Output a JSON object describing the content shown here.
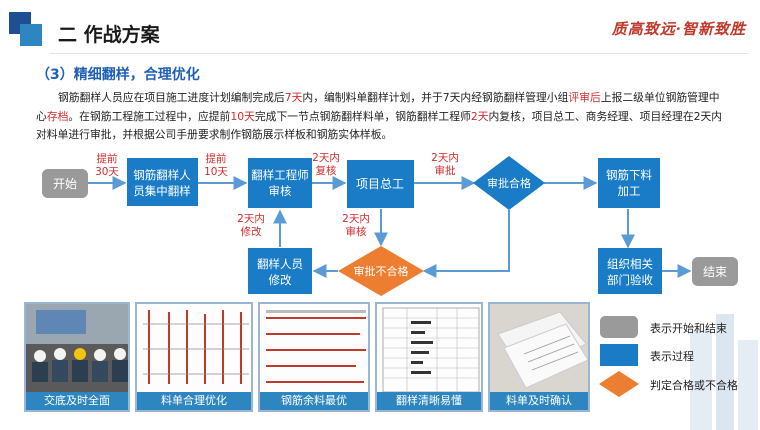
{
  "header": {
    "title": "二  作战方案",
    "slogan": "质高致远·智新致胜"
  },
  "section": {
    "subtitle": "（3）精细翻样，合理优化",
    "para_1": "钢筋翻样人员应在项目施工进度计划编制完成后",
    "para_2": "7天",
    "para_3": "内，编制料单翻样计划，并于7天内经钢筋翻样管理小组",
    "para_4": "评审后",
    "para_5": "上报二级单位钢筋管理中心",
    "para_6": "存档",
    "para_7": "。在钢筋工程施工过程中，应提前",
    "para_8": "10天",
    "para_9": "完成下一节点钢筋翻样料单，钢筋翻样工程师",
    "para_10": "2天",
    "para_11": "内复核，项目总工、商务经理、项目经理在2天内对料单进行审批，并根据公司手册要求制作钢筋展示样板和钢筋实体样板。"
  },
  "flow": {
    "start": "开始",
    "step1_line1": "钢筋翻样人",
    "step1_line2": "员集中翻样",
    "step2_line1": "翻样工程师",
    "step2_line2": "审核",
    "step3": "项目总工",
    "pass": "审批合格",
    "step4_line1": "钢筋下料",
    "step4_line2": "加工",
    "step5_line1": "组织相关",
    "step5_line2": "部门验收",
    "end": "结束",
    "fail": "审批不合格",
    "modify_line1": "翻样人员",
    "modify_line2": "修改",
    "lbl_a1": "提前",
    "lbl_a2": "30天",
    "lbl_b1": "提前",
    "lbl_b2": "10天",
    "lbl_c1": "2天内",
    "lbl_c2": "复核",
    "lbl_d1": "2天内",
    "lbl_d2": "审批",
    "lbl_e1": "2天内",
    "lbl_e2": "审核",
    "lbl_f1": "2天内",
    "lbl_f2": "修改"
  },
  "photos": [
    {
      "caption": "交底及时全面"
    },
    {
      "caption": "料单合理优化"
    },
    {
      "caption": "钢筋余料最优"
    },
    {
      "caption": "翻样清晰易懂"
    },
    {
      "caption": "料单及时确认"
    }
  ],
  "legend": {
    "start_end": "表示开始和结束",
    "process": "表示过程",
    "decision": "判定合格或不合格"
  },
  "colors": {
    "process": "#1a7bc6",
    "start_end": "#9a9a9a",
    "decision": "#ed7d31",
    "label_red": "#d62b2b",
    "arrow": "#5b9bd5"
  }
}
